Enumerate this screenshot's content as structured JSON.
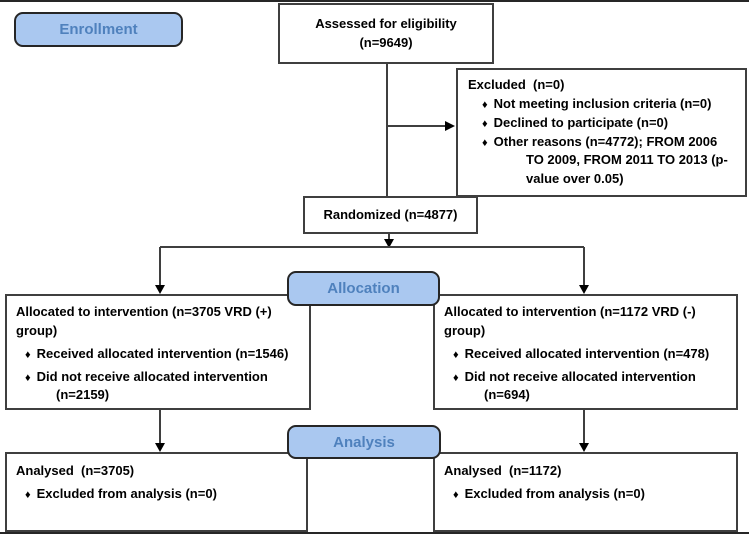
{
  "badges": {
    "enrollment": "Enrollment",
    "allocation": "Allocation",
    "analysis": "Analysis"
  },
  "bullet_glyph": "♦",
  "boxes": {
    "assessed": {
      "line1": "Assessed for eligibility",
      "line2": "(n=9649)"
    },
    "excluded": {
      "title": "Excluded  (n=0)",
      "bullets": [
        "Not meeting inclusion criteria (n=0)",
        "Declined to participate (n=0)",
        "Other reasons (n=4772); FROM 2006 TO 2009, FROM 2011 TO 2013 (p-value over 0.05)"
      ]
    },
    "randomized": {
      "label": "Randomized (n=4877)"
    },
    "allocation_left": {
      "title": "Allocated to intervention (n=3705 VRD (+) group)",
      "bullets": [
        "Received allocated intervention (n=1546)",
        "Did not receive allocated intervention (n=2159)"
      ]
    },
    "allocation_right": {
      "title": "Allocated to intervention (n=1172 VRD (-) group)",
      "bullets": [
        "Received allocated intervention (n=478)",
        "Did not receive allocated intervention (n=694)"
      ]
    },
    "analysis_left": {
      "title": "Analysed  (n=3705)",
      "bullets": [
        "Excluded from analysis (n=0)"
      ]
    },
    "analysis_right": {
      "title": "Analysed  (n=1172)",
      "bullets": [
        "Excluded from analysis (n=0)"
      ]
    }
  },
  "colors": {
    "badge_fill": "#aac8f0",
    "badge_text": "#4f81bd",
    "box_border": "#3f3f3f",
    "connector": "#3f3f3f",
    "arrowhead": "#000000",
    "text": "#000000",
    "background": "#ffffff"
  }
}
